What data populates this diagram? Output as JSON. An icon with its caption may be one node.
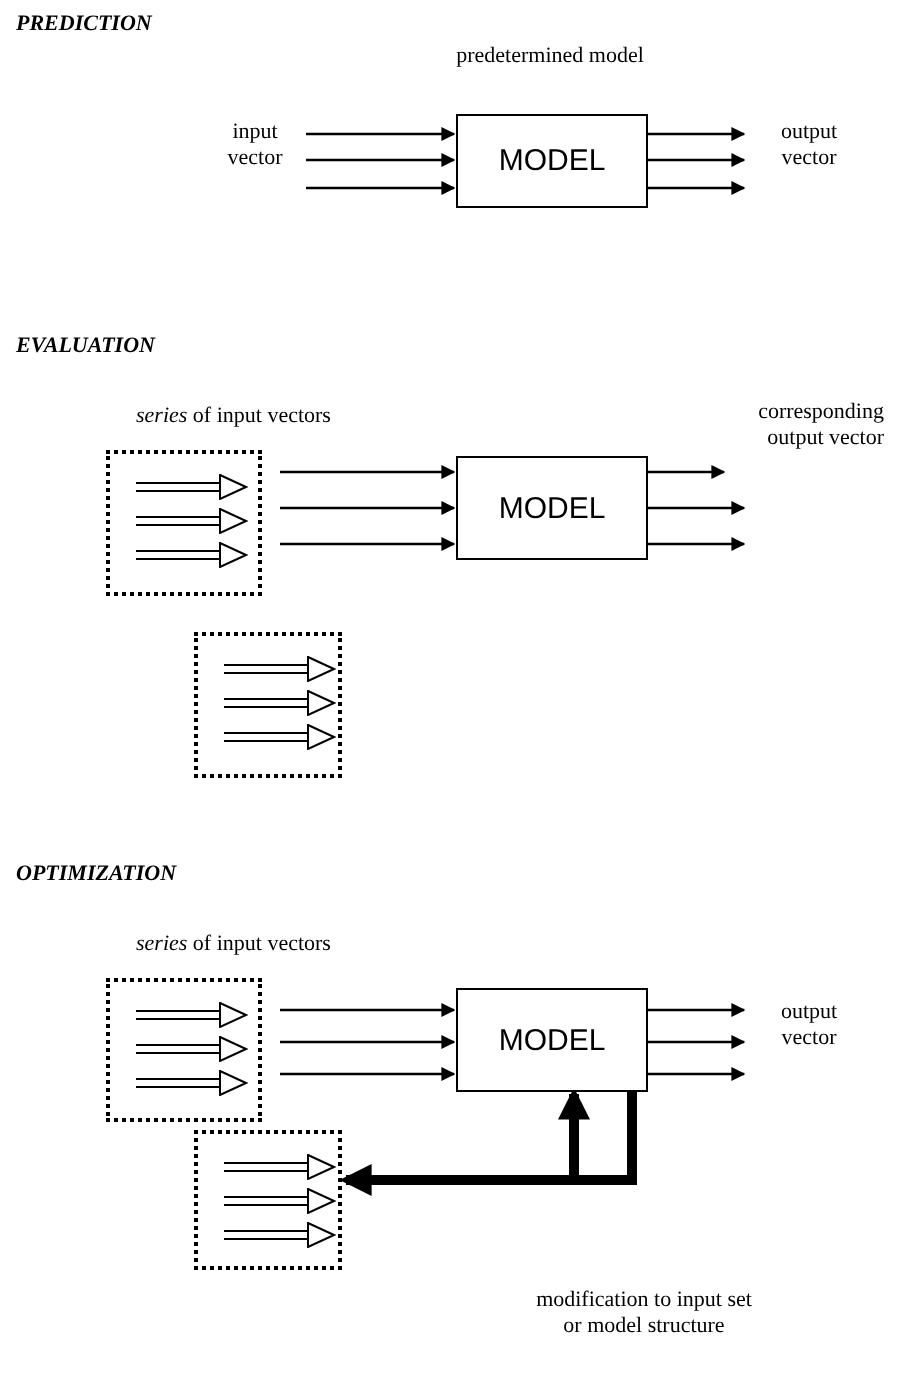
{
  "diagram": {
    "nodes": [
      {
        "text": [
          "MODEL"
        ],
        "beside": [
          "predetermined model"
        ]
      },
      {
        "text": [
          "MODEL"
        ]
      },
      {
        "text": [],
        "shape": "box"
      },
      {
        "text": [],
        "shape": "box"
      },
      {
        "text": [],
        "shape": "box"
      },
      {
        "text": [
          "MODEL"
        ]
      },
      {
        "text": [],
        "shape": "box"
      }
    ],
    "edges": [
      {
        "from": null,
        "to": 0,
        "arrow": "to"
      },
      {
        "from": null,
        "to": 0,
        "arrow": "to"
      },
      {
        "from": null,
        "to": 0,
        "arrow": "to"
      },
      {
        "from": 0,
        "to": null,
        "arrow": "to"
      },
      {
        "from": 0,
        "to": null,
        "arrow": "to"
      },
      {
        "from": 0,
        "to": null,
        "arrow": "to"
      },
      {
        "from": 2,
        "to": 1,
        "arrow": "to"
      },
      {
        "from": 2,
        "to": 1,
        "arrow": "to"
      },
      {
        "from": 2,
        "to": 1,
        "arrow": "to"
      },
      {
        "from": 1,
        "to": null,
        "arrow": "to"
      },
      {
        "from": 1,
        "to": null,
        "arrow": "to"
      },
      {
        "from": 1,
        "to": null,
        "arrow": "to"
      },
      {
        "from": 4,
        "to": 5,
        "arrow": "to"
      },
      {
        "from": 4,
        "to": 5,
        "arrow": "to"
      },
      {
        "from": 4,
        "to": 5,
        "arrow": "to"
      },
      {
        "from": 5,
        "to": null,
        "arrow": "to"
      },
      {
        "from": 5,
        "to": null,
        "arrow": "to"
      },
      {
        "from": 5,
        "to": null,
        "arrow": "to"
      },
      {
        "from": 5,
        "to": 6,
        "arrow": "to",
        "style": "thick"
      },
      {
        "from": null,
        "to": 5,
        "arrow": "to",
        "style": "thick"
      }
    ],
    "labels": [
      "PREDICTION",
      "input vector",
      "output vector",
      "EVALUATION",
      "*series* of input vectors",
      "corresponding output vector",
      "OPTIMIZATION",
      "*series* of input vectors",
      "output vector",
      "modification to input set or model structure"
    ]
  }
}
